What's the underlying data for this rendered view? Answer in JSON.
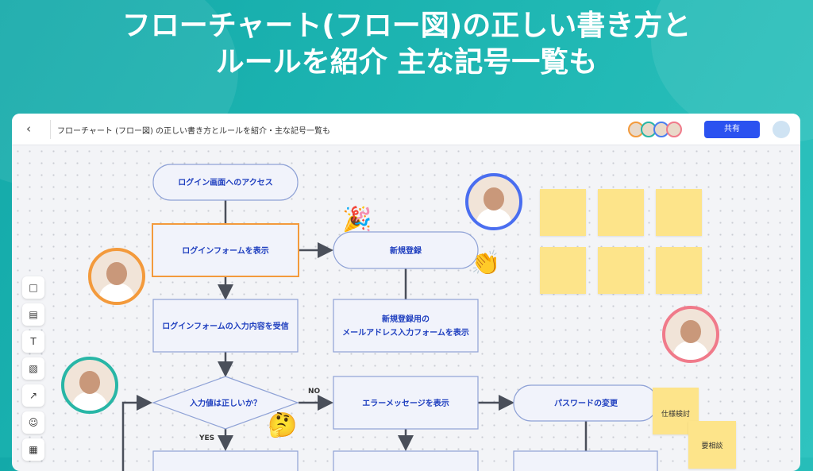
{
  "headline": {
    "line1": "フローチャート(フロー図)の正しい書き方と",
    "line2": "ルールを紹介 主な記号一覧も"
  },
  "topbar": {
    "back_icon": "‹",
    "title": "フローチャート (フロー図) の正しい書き方とルールを紹介・主な記号一覧も",
    "share_label": "共有",
    "collaborator_colors": [
      "#f39a3c",
      "#28b6a6",
      "#4a7ef0",
      "#f07a8a"
    ]
  },
  "toolbar": {
    "items": [
      {
        "name": "shape",
        "glyph": "□"
      },
      {
        "name": "sticky-note",
        "glyph": "▤"
      },
      {
        "name": "text",
        "glyph": "T"
      },
      {
        "name": "image",
        "glyph": "▧"
      },
      {
        "name": "connector",
        "glyph": "↗"
      },
      {
        "name": "stamp",
        "glyph": "☺"
      },
      {
        "name": "template",
        "glyph": "▦"
      }
    ]
  },
  "flow": {
    "start": "ログイン画面へのアクセス",
    "show_form": "ログインフォームを表示",
    "receive": "ログインフォームの入力内容を受信",
    "decision": "入力値は正しいか？",
    "yes": "YES",
    "no": "NO",
    "signup": "新規登録",
    "signup_form_1": "新規登録用の",
    "signup_form_2": "メールアドレス入力フォームを表示",
    "error": "エラーメッセージを表示",
    "password": "パスワードの変更"
  },
  "notes": {
    "spec": "仕様検討",
    "consult": "要相談"
  },
  "colors": {
    "accent": "#2b52f0",
    "shape_text": "#1f3fbf",
    "shape_border": "#8fa2d6",
    "highlight": "#f39a3c",
    "sticky": "#fde48a"
  }
}
